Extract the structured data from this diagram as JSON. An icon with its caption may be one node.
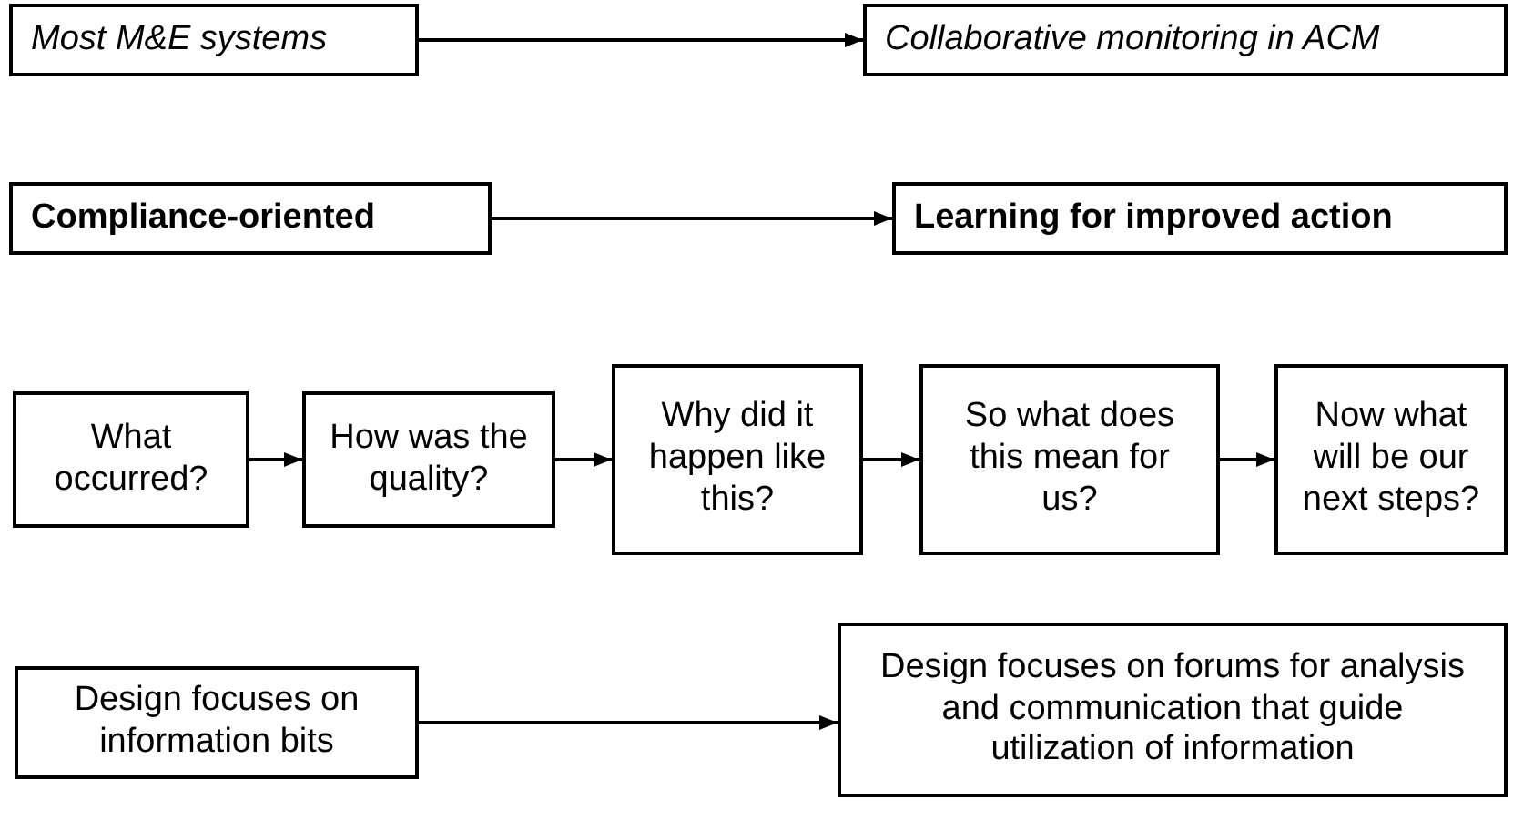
{
  "diagram": {
    "nodes": [
      {
        "text": [
          "Most M&E systems"
        ]
      },
      {
        "text": [
          "Collaborative monitoring in ACM"
        ]
      },
      {
        "text": [
          "Compliance-oriented"
        ]
      },
      {
        "text": [
          "Learning for improved action"
        ]
      },
      {
        "text": [
          "What occurred?"
        ]
      },
      {
        "text": [
          "How was the quality?"
        ]
      },
      {
        "text": [
          "Why did it happen like this?"
        ]
      },
      {
        "text": [
          "So what does this mean for us?"
        ]
      },
      {
        "text": [
          "Now what will be our next steps?"
        ]
      },
      {
        "text": [
          "Design focuses on information bits"
        ]
      },
      {
        "text": [
          "Design focuses on forums for analysis and communication that guide utilization of information"
        ]
      }
    ],
    "edges": [
      {
        "from": 0,
        "to": 1,
        "arrow": "to"
      },
      {
        "from": 2,
        "to": 3,
        "arrow": "to"
      },
      {
        "from": 4,
        "to": 5,
        "arrow": "to"
      },
      {
        "from": 5,
        "to": 6,
        "arrow": "to"
      },
      {
        "from": 6,
        "to": 7,
        "arrow": "to"
      },
      {
        "from": 7,
        "to": 8,
        "arrow": "to"
      },
      {
        "from": 9,
        "to": 10,
        "arrow": "to"
      }
    ]
  }
}
